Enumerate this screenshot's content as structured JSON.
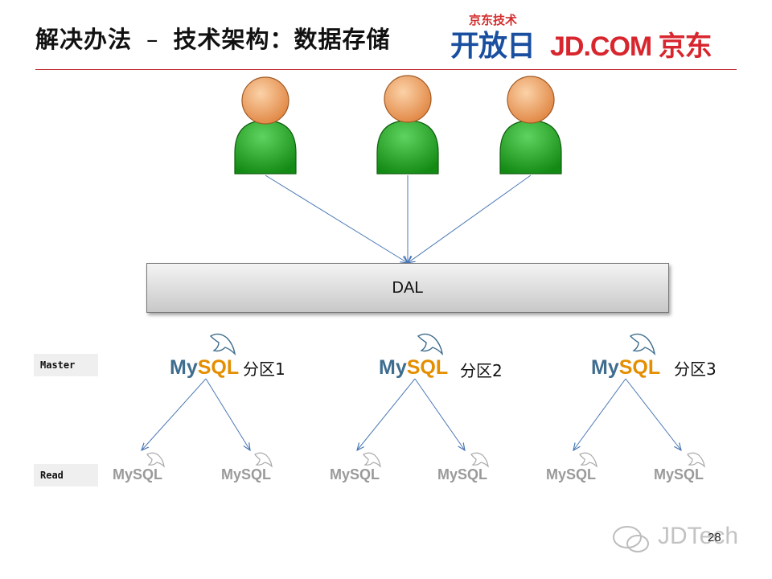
{
  "slide": {
    "title_left": "解决办法",
    "title_dash": "–",
    "title_right": "技术架构：数据存储",
    "page_number": "28"
  },
  "brand": {
    "top_text": "京东技术",
    "big_text": "开放日",
    "jd_text": "JD.COM 京东"
  },
  "watermark": {
    "text": "JDTech"
  },
  "diagram": {
    "dal_label": "DAL",
    "row_labels": {
      "master": "Master",
      "read": "Read"
    },
    "mysql_word_my": "My",
    "mysql_word_sql": "SQL",
    "partitions": [
      {
        "label": "分区1"
      },
      {
        "label": "分区2"
      },
      {
        "label": "分区3"
      }
    ],
    "colors": {
      "user_body": "#2eaa2e",
      "user_head": "#f2a66b",
      "arrow": "#4a78b5",
      "accent": "#c0262d"
    }
  }
}
